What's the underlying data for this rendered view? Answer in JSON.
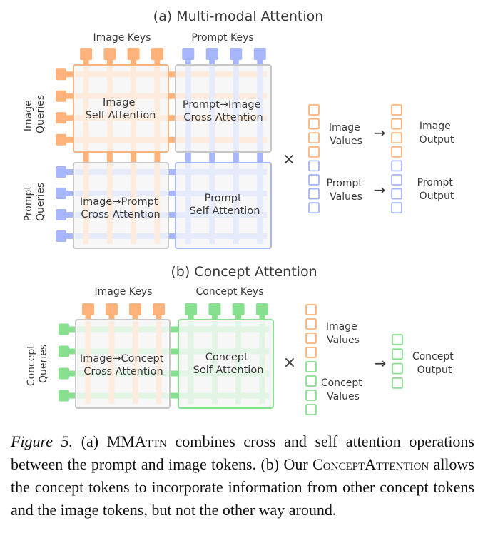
{
  "colors": {
    "image": "#FFB27A",
    "image_light": "#FDEBDD",
    "prompt": "#A7B5FB",
    "prompt_light": "#E6EBFC",
    "concept": "#86E08F",
    "concept_light": "#E2F5E4",
    "neutral_border": "#C8C8C8",
    "box_fill": "#F7F7F7",
    "text": "#3a3a3a"
  },
  "panel_a": {
    "title": "(a) Multi-modal Attention",
    "key_groups": [
      {
        "label": "Image Keys",
        "type": "image",
        "count": 4
      },
      {
        "label": "Prompt Keys",
        "type": "prompt",
        "count": 4
      }
    ],
    "query_groups": [
      {
        "label_lines": [
          "Image",
          "Queries"
        ],
        "type": "image",
        "count": 4
      },
      {
        "label_lines": [
          "Prompt",
          "Queries"
        ],
        "type": "prompt",
        "count": 4
      }
    ],
    "blocks": [
      {
        "lines": [
          "Image",
          "Self Attention"
        ],
        "border": "image"
      },
      {
        "lines": [
          "Prompt→Image",
          "Cross Attention"
        ],
        "border": "neutral"
      },
      {
        "lines": [
          "Image→Prompt",
          "Cross Attention"
        ],
        "border": "neutral"
      },
      {
        "lines": [
          "Prompt",
          "Self Attention"
        ],
        "border": "prompt"
      }
    ],
    "multiply_symbol": "×",
    "arrow_symbol": "→",
    "values": [
      {
        "label_lines": [
          "Image",
          "Values"
        ],
        "type": "image",
        "count": 4
      },
      {
        "label_lines": [
          "Prompt",
          "Values"
        ],
        "type": "prompt",
        "count": 4
      }
    ],
    "outputs": [
      {
        "label_lines": [
          "Image",
          "Output"
        ],
        "type": "image",
        "count": 4
      },
      {
        "label_lines": [
          "Prompt",
          "Output"
        ],
        "type": "prompt",
        "count": 4
      }
    ]
  },
  "panel_b": {
    "title": "(b) Concept Attention",
    "key_groups": [
      {
        "label": "Image Keys",
        "type": "image",
        "count": 4
      },
      {
        "label": "Concept Keys",
        "type": "concept",
        "count": 4
      }
    ],
    "query_groups": [
      {
        "label_lines": [
          "Concept",
          "Queries"
        ],
        "type": "concept",
        "count": 4
      }
    ],
    "blocks": [
      {
        "lines": [
          "Image→Concept",
          "Cross Attention"
        ],
        "border": "neutral"
      },
      {
        "lines": [
          "Concept",
          "Self Attention"
        ],
        "border": "concept"
      }
    ],
    "multiply_symbol": "×",
    "arrow_symbol": "→",
    "values": [
      {
        "label_lines": [
          "Image",
          "Values"
        ],
        "type": "image",
        "count": 4
      },
      {
        "label_lines": [
          "Concept",
          "Values"
        ],
        "type": "concept",
        "count": 4
      }
    ],
    "outputs": [
      {
        "label_lines": [
          "Concept",
          "Output"
        ],
        "type": "concept",
        "count": 4
      }
    ]
  },
  "caption": {
    "figure_label": "Figure 5.",
    "part1": " (a) ",
    "mmattn_cap": "MMA",
    "mmattn_sc": "ttn",
    "part2": " combines cross and self attention operations between the prompt and image tokens. (b) Our ",
    "concept_cap": "C",
    "concept_sc": "oncept",
    "concept_cap2": "A",
    "concept_sc2": "ttention",
    "part3": " allows the concept tokens to incorporate information from other concept tokens and the image tokens, but not the other way around."
  }
}
